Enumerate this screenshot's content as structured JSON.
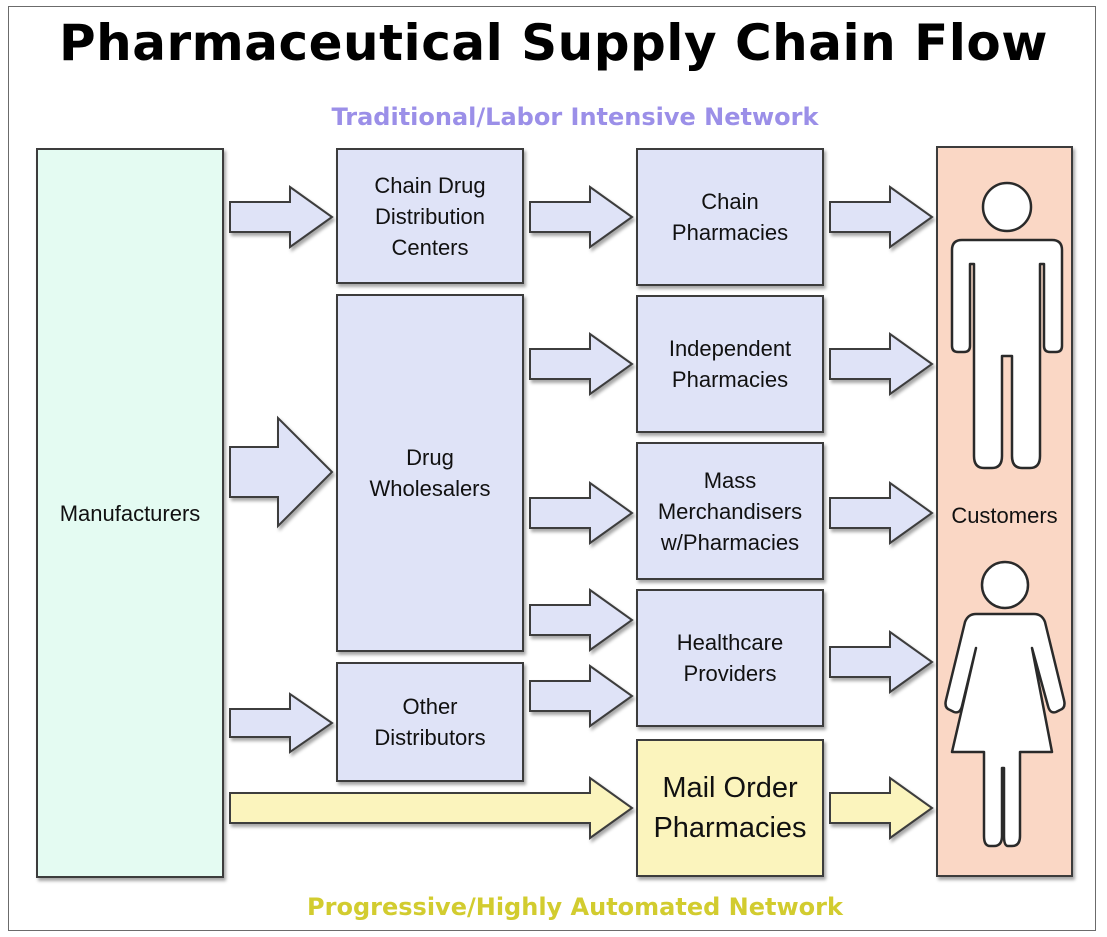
{
  "title": "Pharmaceutical Supply Chain Flow",
  "network_traditional": "Traditional/Labor Intensive Network",
  "network_progressive": "Progressive/Highly Automated Network",
  "nodes": {
    "manufacturers": "Manufacturers",
    "chain_drug_dc": "Chain Drug\nDistribution\nCenters",
    "drug_wholesalers": "Drug\nWholesalers",
    "other_distributors": "Other\nDistributors",
    "chain_pharmacies": "Chain\nPharmacies",
    "independent_pharmacies": "Independent\nPharmacies",
    "mass_merchandisers": "Mass\nMerchandisers\nw/Pharmacies",
    "healthcare_providers": "Healthcare\nProviders",
    "mail_order": "Mail Order\nPharmacies",
    "customers": "Customers"
  },
  "colors": {
    "traditional_box": "#dfe3f7",
    "manufacturers_box": "#e4fbf2",
    "progressive_box": "#fbf4bd",
    "customers_box": "#fad7c5",
    "traditional_text": "#9b8fe8",
    "progressive_text": "#d2cc2f"
  },
  "icons": [
    "male-figure-icon",
    "female-figure-icon"
  ]
}
